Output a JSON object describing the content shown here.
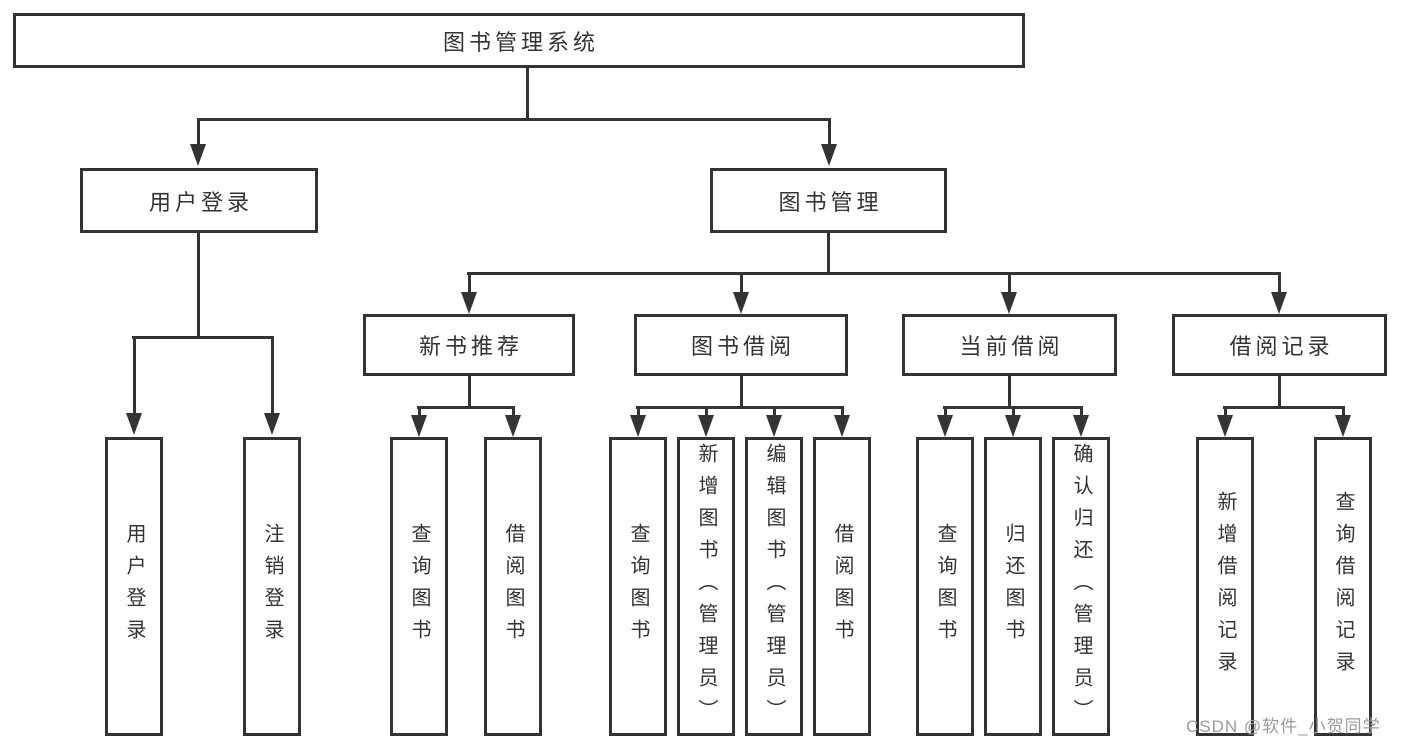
{
  "tree": {
    "label": "图书管理系统",
    "children": [
      {
        "label": "用户登录",
        "children": [
          {
            "label": "用户登录"
          },
          {
            "label": "注销登录"
          }
        ]
      },
      {
        "label": "图书管理",
        "children": [
          {
            "label": "新书推荐",
            "children": [
              {
                "label": "查询图书"
              },
              {
                "label": "借阅图书"
              }
            ]
          },
          {
            "label": "图书借阅",
            "children": [
              {
                "label": "查询图书"
              },
              {
                "label": "新增图书（管理员）"
              },
              {
                "label": "编辑图书（管理员）"
              },
              {
                "label": "借阅图书"
              }
            ]
          },
          {
            "label": "当前借阅",
            "children": [
              {
                "label": "查询图书"
              },
              {
                "label": "归还图书"
              },
              {
                "label": "确认归还（管理员）"
              }
            ]
          },
          {
            "label": "借阅记录",
            "children": [
              {
                "label": "新增借阅记录"
              },
              {
                "label": "查询借阅记录"
              }
            ]
          }
        ]
      }
    ]
  },
  "watermark": "CSDN @软件_小贺同学",
  "style": {
    "line_color": "#333333",
    "text_color": "#333333",
    "watermark_color": "#9b9b9b",
    "background": "#ffffff"
  }
}
